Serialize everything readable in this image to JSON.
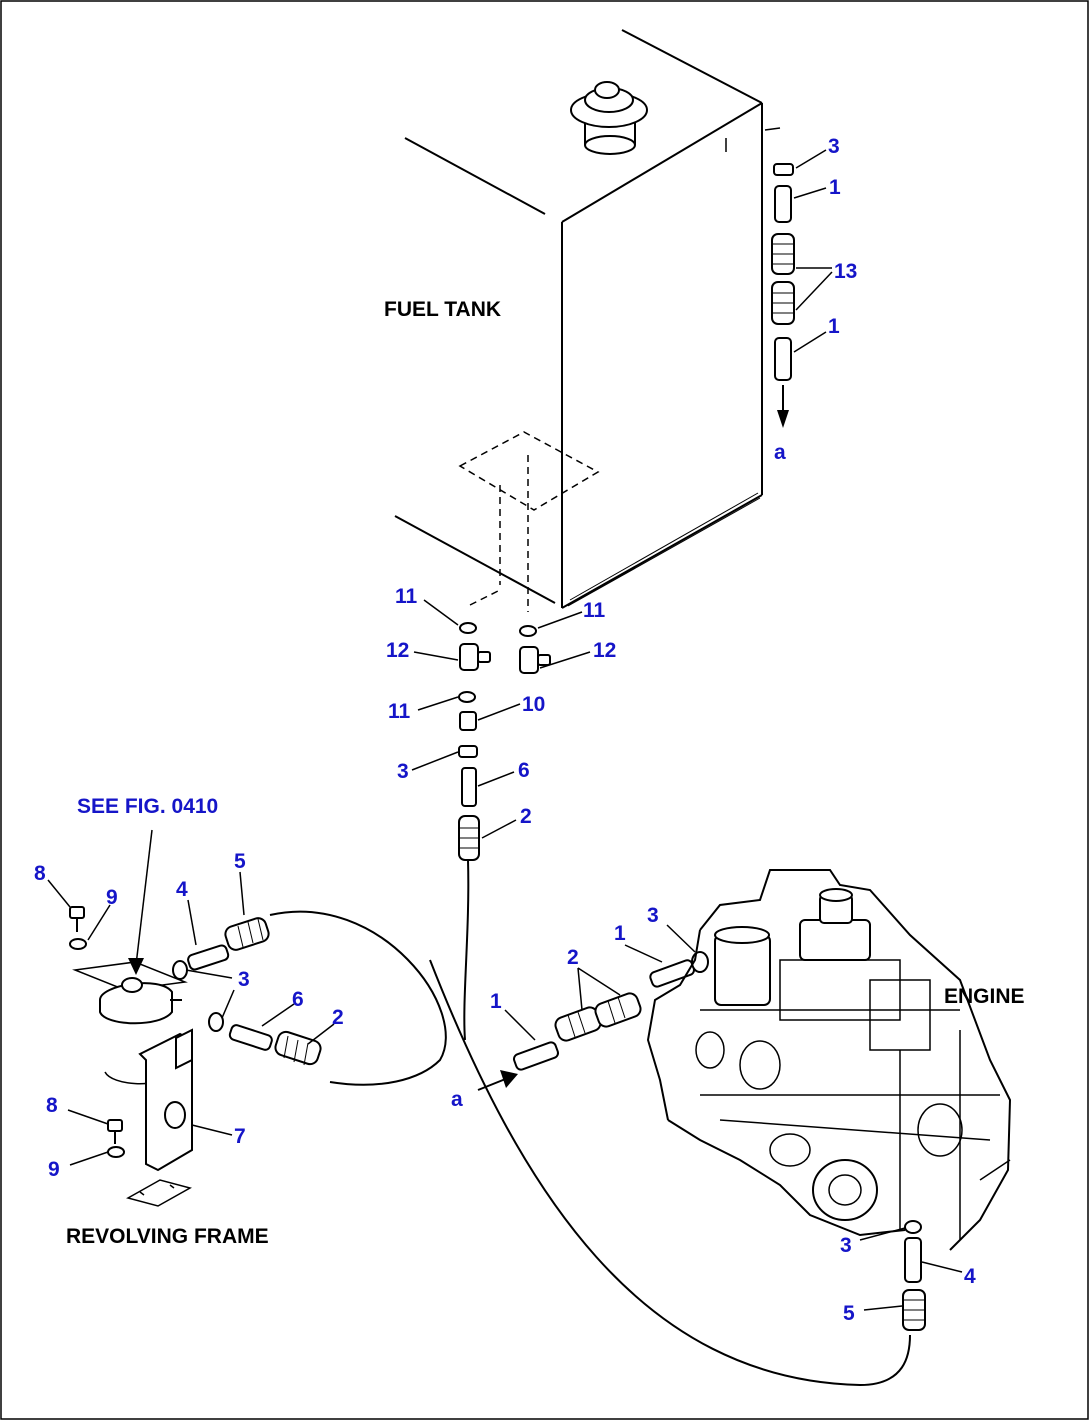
{
  "labels": {
    "fuel_tank": "FUEL TANK",
    "engine": "ENGINE",
    "revolving_frame": "REVOLVING FRAME",
    "see_fig": "SEE FIG. 0410"
  },
  "callouts": {
    "top_clip": "3",
    "top_tube_upper": "1",
    "top_hoses": "13",
    "top_tube_lower": "1",
    "top_arrow": "a",
    "left_nut_upper": "11",
    "left_elbow": "12",
    "left_nut_lower": "11",
    "left_clip": "3",
    "right_nut": "11",
    "right_elbow": "12",
    "connector": "10",
    "center_tube": "6",
    "center_hose": "2",
    "filter_bolt_upper": "8",
    "filter_washer_upper": "9",
    "filter_tube_4": "4",
    "filter_hose_5": "5",
    "filter_clips": "3",
    "filter_tube_6": "6",
    "filter_hose_2": "2",
    "filter_bolt_lower": "8",
    "filter_washer_lower": "9",
    "bracket": "7",
    "mid_arrow": "a",
    "mid_tube": "1",
    "mid_hoses": "2",
    "mid_tube_right": "1",
    "mid_clip": "3",
    "engine_clip": "3",
    "engine_tube": "4",
    "engine_hose": "5"
  },
  "colors": {
    "callout": "#1515c8",
    "line": "#000000",
    "background": "#ffffff"
  }
}
